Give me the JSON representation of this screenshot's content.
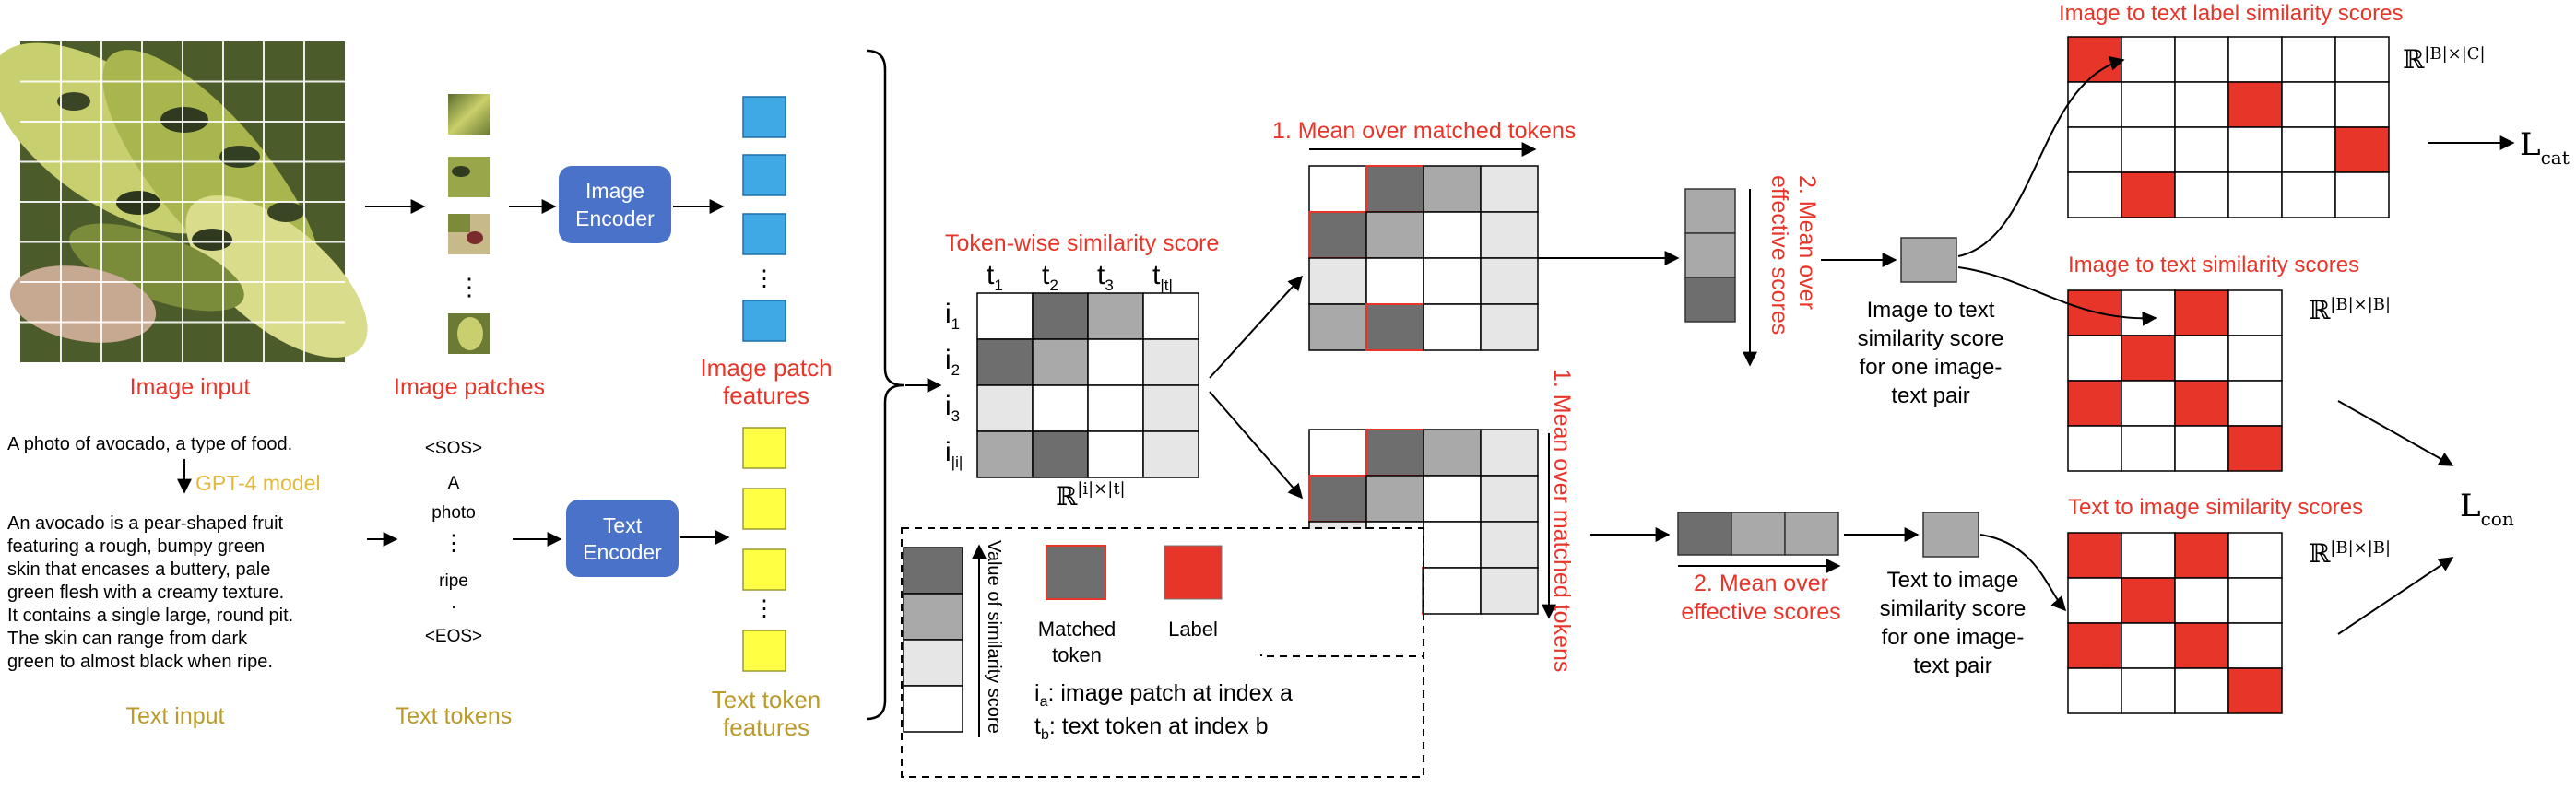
{
  "colors": {
    "red": "#e8352a",
    "gold": "#b99a2a",
    "gold_light": "#e2b93a",
    "encoder_blue": "#4a72c8",
    "feature_blue": "#3fa9e5",
    "feature_yellow": "#ffff44",
    "gray_dark": "#6e6e6e",
    "gray_mid": "#a9a9a9",
    "gray_light": "#d2d2d2",
    "gray_lighter": "#e6e6e6"
  },
  "image_branch": {
    "input_caption": "Image input",
    "patches_caption": "Image patches",
    "patch_ellipsis": "⋮",
    "encoder_line1": "Image",
    "encoder_line2": "Encoder",
    "features_caption_line1": "Image patch",
    "features_caption_line2": "features",
    "features_ellipsis": "⋮"
  },
  "text_branch": {
    "short_text": "A photo of avocado, a type of food.",
    "gpt_label": "GPT-4 model",
    "long_text": [
      "An avocado is a pear-shaped fruit",
      "featuring a rough, bumpy green",
      "skin that encases a buttery, pale",
      "green flesh with a creamy texture.",
      "It contains a single large, round pit.",
      "The skin can range from dark",
      "green to almost black when ripe."
    ],
    "input_caption": "Text input",
    "tokens": [
      "<SOS>",
      "A",
      "photo",
      "⋮",
      "ripe",
      ".",
      "<EOS>"
    ],
    "tokens_caption": "Text tokens",
    "encoder_line1": "Text",
    "encoder_line2": "Encoder",
    "features_caption_line1": "Text token",
    "features_caption_line2": "features",
    "features_ellipsis": "⋮"
  },
  "token_similarity": {
    "title": "Token-wise similarity score",
    "col_labels": [
      {
        "base": "t",
        "sub": "1"
      },
      {
        "base": "t",
        "sub": "2"
      },
      {
        "base": "t",
        "sub": "3"
      },
      {
        "base": "t",
        "sub": "|t|"
      }
    ],
    "row_labels": [
      {
        "base": "i",
        "sub": "1"
      },
      {
        "base": "i",
        "sub": "2"
      },
      {
        "base": "i",
        "sub": "3"
      },
      {
        "base": "i",
        "sub": "|i|"
      }
    ],
    "dim_base": "ℝ",
    "dim_sup": "|i|×|t|",
    "cell_shades": [
      [
        0,
        3,
        2,
        0
      ],
      [
        3,
        2,
        0,
        1
      ],
      [
        1,
        0,
        0,
        1
      ],
      [
        2,
        3,
        0,
        1
      ]
    ]
  },
  "matched_top": {
    "label": "1. Mean over matched tokens",
    "cell_shades": [
      [
        0,
        3,
        2,
        1
      ],
      [
        3,
        2,
        0,
        1
      ],
      [
        1,
        0,
        0,
        1
      ],
      [
        2,
        3,
        0,
        1
      ]
    ],
    "matched_cells": [
      [
        0,
        1
      ],
      [
        1,
        0
      ],
      [
        3,
        1
      ]
    ]
  },
  "matched_bottom": {
    "label": "1. Mean over matched tokens",
    "cell_shades": [
      [
        0,
        3,
        2,
        1
      ],
      [
        3,
        2,
        0,
        1
      ],
      [
        1,
        0,
        0,
        1
      ],
      [
        2,
        3,
        0,
        1
      ]
    ],
    "matched_cells": [
      [
        0,
        1
      ],
      [
        1,
        0
      ],
      [
        3,
        1
      ]
    ]
  },
  "effective_top": {
    "label_line1": "2. Mean over",
    "label_line2": "effective scores",
    "shades": [
      2,
      2,
      3
    ]
  },
  "effective_bottom": {
    "label_line1": "2. Mean over",
    "label_line2": "effective scores",
    "shades": [
      3,
      2,
      2
    ]
  },
  "pair_top": {
    "lines": [
      "Image to text",
      "similarity score",
      "for one image-",
      "text pair"
    ]
  },
  "pair_bottom": {
    "lines": [
      "Text to image",
      "similarity score",
      "for one image-",
      "text pair"
    ]
  },
  "legend": {
    "value_caption": "Value of similarity score",
    "matched_line1": "Matched",
    "matched_line2": "token",
    "label_caption": "Label",
    "ia_base": "i",
    "ia_sub": "a",
    "ia_text": ": image patch at index a",
    "tb_base": "t",
    "tb_sub": "b",
    "tb_text": ": text token at index b",
    "shade_steps": [
      3,
      2,
      1,
      0
    ]
  },
  "score_matrices": [
    {
      "title": "Image to text label similarity scores",
      "dim_base": "ℝ",
      "dim_sup": "|B|×|C|",
      "rows": 4,
      "cols": 6,
      "red_cells": [
        [
          0,
          0
        ],
        [
          1,
          3
        ],
        [
          2,
          5
        ],
        [
          3,
          1
        ]
      ]
    },
    {
      "title": "Image to text similarity scores",
      "dim_base": "ℝ",
      "dim_sup": "|B|×|B|",
      "rows": 4,
      "cols": 4,
      "red_cells": [
        [
          0,
          0
        ],
        [
          0,
          2
        ],
        [
          1,
          1
        ],
        [
          2,
          0
        ],
        [
          2,
          2
        ],
        [
          3,
          3
        ]
      ]
    },
    {
      "title": "Text to image similarity scores",
      "dim_base": "ℝ",
      "dim_sup": "|B|×|B|",
      "rows": 4,
      "cols": 4,
      "red_cells": [
        [
          0,
          0
        ],
        [
          0,
          2
        ],
        [
          1,
          1
        ],
        [
          2,
          0
        ],
        [
          2,
          2
        ],
        [
          3,
          3
        ]
      ]
    }
  ],
  "losses": {
    "cat_base": "L",
    "cat_sub": "cat",
    "con_base": "L",
    "con_sub": "con"
  }
}
